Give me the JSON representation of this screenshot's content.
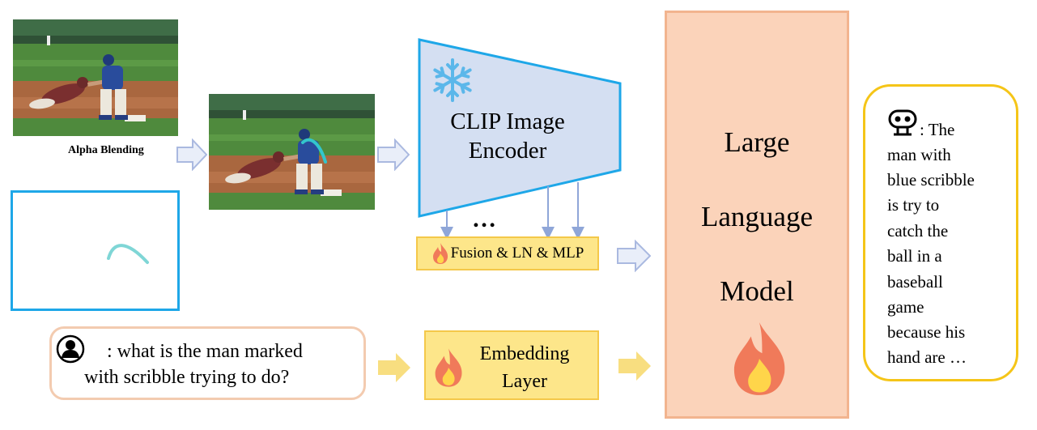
{
  "alpha_caption": "Alpha Blending",
  "encoder": {
    "line1": "CLIP Image",
    "line2": "Encoder"
  },
  "ellipsis": "…",
  "fusion_label": "Fusion & LN & MLP",
  "embedding": {
    "line1": "Embedding",
    "line2": "Layer"
  },
  "llm": {
    "line1": "Large",
    "line2": "Language",
    "line3": "Model"
  },
  "question": {
    "line1": ": what is the man marked",
    "line2": "with scribble trying to do?"
  },
  "answer": {
    "line1": ": The",
    "line2": "man with",
    "line3": "blue scribble",
    "line4": "is try to",
    "line5": "catch the",
    "line6": "ball in a",
    "line7": "baseball",
    "line8": "game",
    "line9": "because his",
    "line10": "hand are …"
  },
  "icons": {
    "frozen": "snowflake-icon",
    "trainable": "fire-icon",
    "user": "user-icon",
    "assistant": "robot-icon"
  },
  "colors": {
    "scribble": "#7fd6d6",
    "scribble_border": "#1ea7e8",
    "encoder_fill": "#d4dff2",
    "encoder_border": "#1ea7e8",
    "fusion_fill": "#fde68a",
    "llm_fill": "#fbd3ba",
    "answer_border": "#f5c518",
    "question_border": "#f3cbb0",
    "arrow_blue": "#aab9e0",
    "arrow_yellow": "#f8de80"
  }
}
